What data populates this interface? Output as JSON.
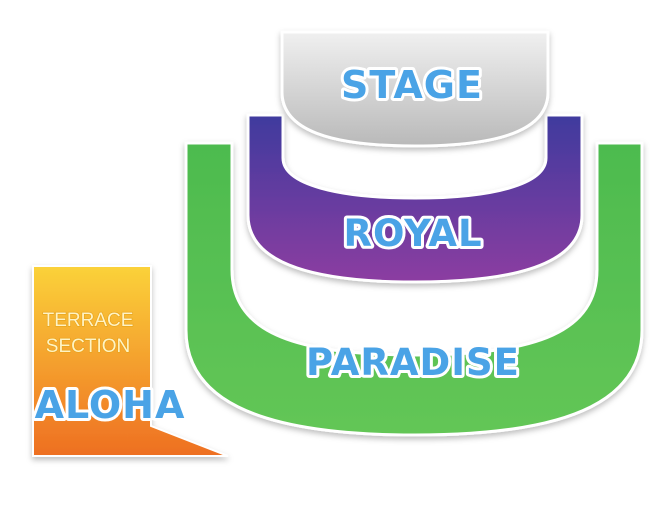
{
  "chart": {
    "sections": {
      "stage": {
        "label": "STAGE",
        "color": "#c8c8c8"
      },
      "royal": {
        "label": "ROYAL",
        "color_top": "#4a3aa8",
        "color_bottom": "#8a3aa0"
      },
      "paradise": {
        "label": "PARADISE",
        "color": "#5cc454"
      },
      "aloha": {
        "label": "ALOHA",
        "sublabel_line1": "TERRACE",
        "sublabel_line2": "SECTION",
        "color_top": "#f9c531",
        "color_bottom": "#f07a22"
      }
    },
    "label_color": "#4aa3e6"
  }
}
